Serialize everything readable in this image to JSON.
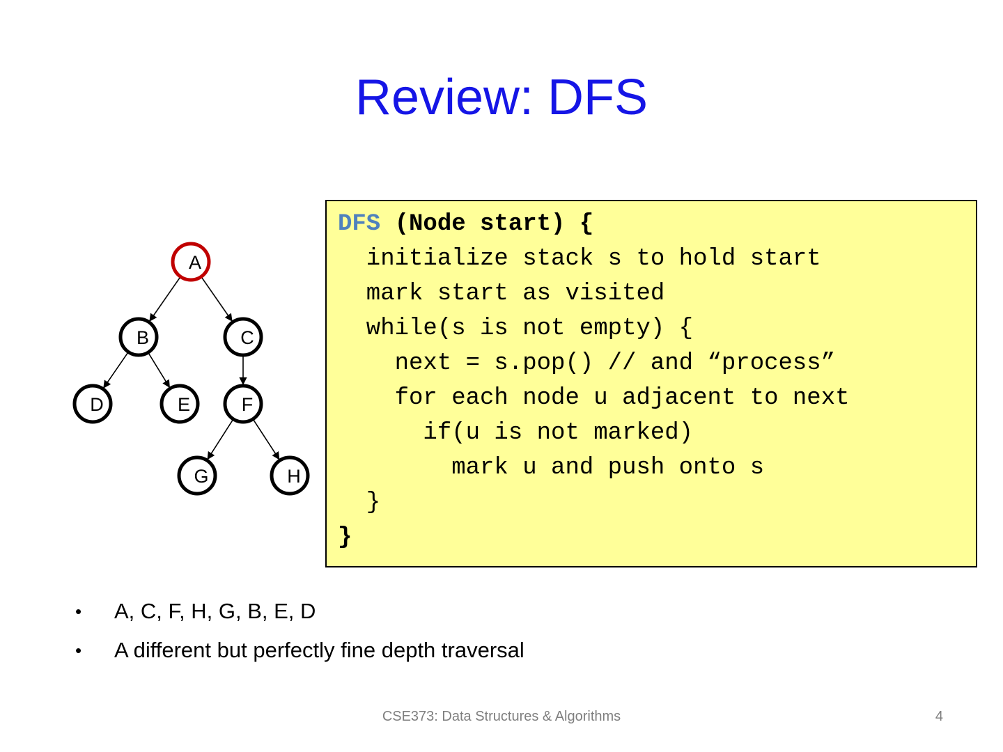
{
  "slide": {
    "title": "Review: DFS",
    "footer": "CSE373: Data Structures & Algorithms",
    "page_number": "4"
  },
  "graph": {
    "nodes": [
      {
        "id": "A",
        "label": "A",
        "highlighted": true
      },
      {
        "id": "B",
        "label": "B",
        "highlighted": false
      },
      {
        "id": "C",
        "label": "C",
        "highlighted": false
      },
      {
        "id": "D",
        "label": "D",
        "highlighted": false
      },
      {
        "id": "E",
        "label": "E",
        "highlighted": false
      },
      {
        "id": "F",
        "label": "F",
        "highlighted": false
      },
      {
        "id": "G",
        "label": "G",
        "highlighted": false
      },
      {
        "id": "H",
        "label": "H",
        "highlighted": false
      }
    ],
    "edges": [
      {
        "from": "A",
        "to": "B"
      },
      {
        "from": "A",
        "to": "C"
      },
      {
        "from": "B",
        "to": "D"
      },
      {
        "from": "B",
        "to": "E"
      },
      {
        "from": "C",
        "to": "F"
      },
      {
        "from": "F",
        "to": "G"
      },
      {
        "from": "F",
        "to": "H"
      }
    ],
    "colors": {
      "highlight": "#c00000",
      "normal": "#000000"
    }
  },
  "code": {
    "keyword": "DFS",
    "signature": " (Node start) {",
    "lines": [
      "  initialize stack s to hold start",
      "  mark start as visited",
      "  while(s is not empty) {",
      "    next = s.pop() // and “process”",
      "    for each node u adjacent to next",
      "      if(u is not marked)",
      "        mark u and push onto s",
      "  }"
    ],
    "closing": "}"
  },
  "bullets": [
    "A, C, F, H, G, B, E, D",
    "A different but perfectly fine depth traversal"
  ]
}
